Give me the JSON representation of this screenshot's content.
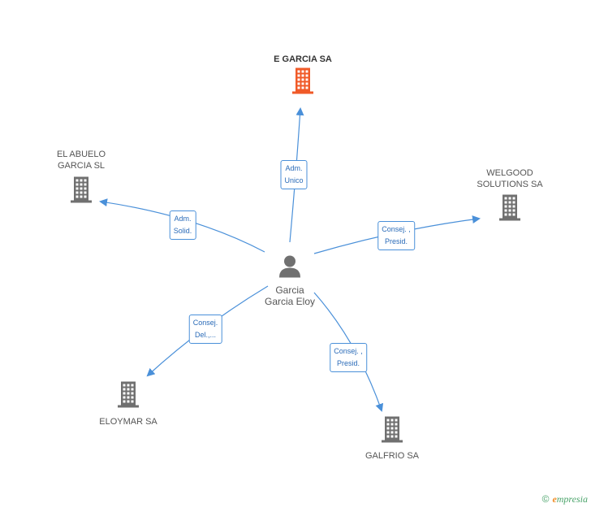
{
  "center": {
    "label": "Garcia\nGarcia Eloy",
    "icon": "person-icon"
  },
  "colors": {
    "edge": "#4a90d9",
    "building": "#707070",
    "focus_building": "#f05a28"
  },
  "nodes": [
    {
      "id": "e-garcia",
      "label": "E GARCIA SA",
      "focus": true,
      "icon": "building-icon"
    },
    {
      "id": "el-abuelo",
      "label": "EL ABUELO\nGARCIA SL",
      "focus": false,
      "icon": "building-icon"
    },
    {
      "id": "welgood",
      "label": "WELGOOD\nSOLUTIONS SA",
      "focus": false,
      "icon": "building-icon"
    },
    {
      "id": "eloymar",
      "label": "ELOYMAR SA",
      "focus": false,
      "icon": "building-icon"
    },
    {
      "id": "galfrio",
      "label": "GALFRIO SA",
      "focus": false,
      "icon": "building-icon"
    }
  ],
  "edges": [
    {
      "to": "e-garcia",
      "label": "Adm.\nUnico"
    },
    {
      "to": "el-abuelo",
      "label": "Adm.\nSolid."
    },
    {
      "to": "welgood",
      "label": "Consej. ,\nPresid."
    },
    {
      "to": "eloymar",
      "label": "Consej.\nDel.,..."
    },
    {
      "to": "galfrio",
      "label": "Consej. ,\nPresid."
    }
  ],
  "footer": {
    "copyright": "©",
    "brand_initial": "e",
    "brand_rest": "mpresia"
  }
}
